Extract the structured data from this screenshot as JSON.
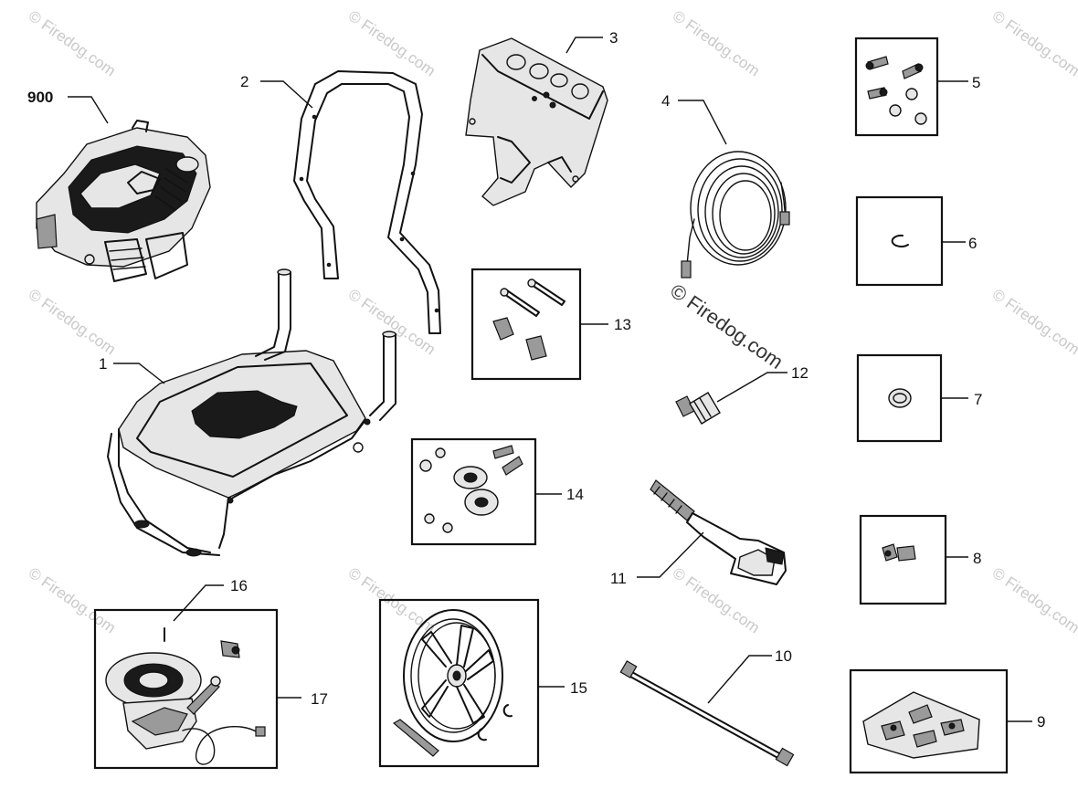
{
  "watermark": {
    "tile_text": "© Firedog.com",
    "center_text": "© Firedog.com"
  },
  "callouts": {
    "engine": "900",
    "frame": "1",
    "handle": "2",
    "bracket": "3",
    "hose": "4",
    "bolt_kit": "5",
    "clip": "6",
    "oring": "7",
    "elbow": "8",
    "nozzle_kit": "9",
    "lance": "10",
    "gun": "11",
    "adapter": "12",
    "handle_hardware": "13",
    "wheel_hardware": "14",
    "wheel_kit": "15",
    "pump_label": "16",
    "pump_kit": "17"
  }
}
